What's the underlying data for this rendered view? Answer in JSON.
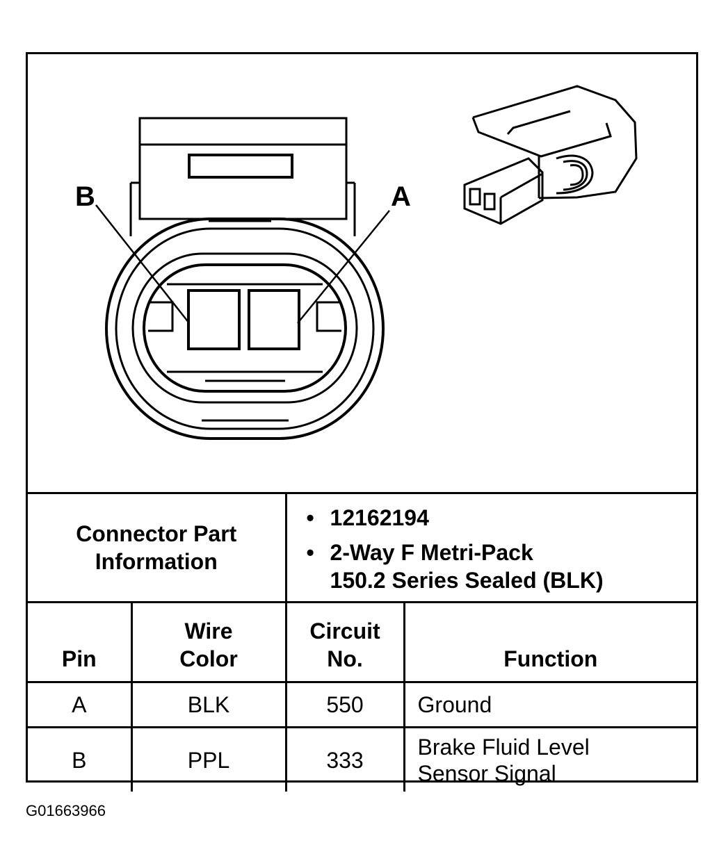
{
  "diagram": {
    "pin_labels": {
      "left": "B",
      "right": "A"
    }
  },
  "connector_info": {
    "label_line1": "Connector Part",
    "label_line2": "Information",
    "items": [
      "12162194",
      "2-Way F Metri-Pack",
      "150.2 Series Sealed (BLK)"
    ]
  },
  "table": {
    "headers": {
      "pin": "Pin",
      "wire_line1": "Wire",
      "wire_line2": "Color",
      "circuit_line1": "Circuit",
      "circuit_line2": "No.",
      "function": "Function"
    },
    "rows": [
      {
        "pin": "A",
        "wire_color": "BLK",
        "circuit": "550",
        "function_line1": "Ground",
        "function_line2": ""
      },
      {
        "pin": "B",
        "wire_color": "PPL",
        "circuit": "333",
        "function_line1": "Brake Fluid Level",
        "function_line2": "Sensor Signal"
      }
    ]
  },
  "footer": {
    "code": "G01663966"
  }
}
